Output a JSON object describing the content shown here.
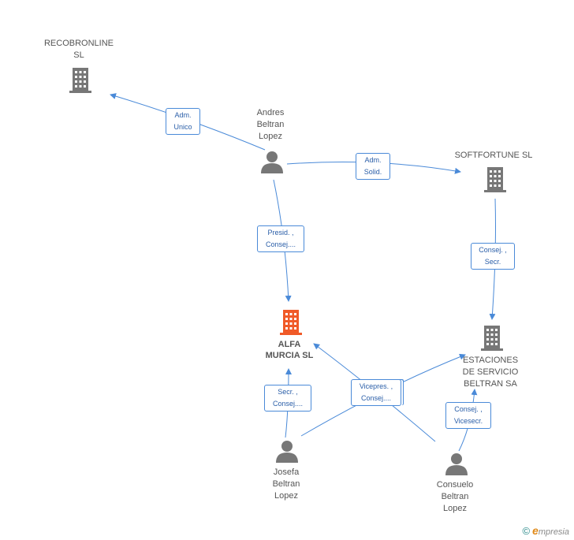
{
  "nodes": {
    "recobronline": {
      "lines": [
        "RECOBRONLINE",
        "SL"
      ],
      "type": "company"
    },
    "andres": {
      "lines": [
        "Andres",
        "Beltran",
        "Lopez"
      ],
      "type": "person"
    },
    "softfortune": {
      "lines": [
        "SOFTFORTUNE SL"
      ],
      "type": "company"
    },
    "alfa": {
      "lines": [
        "ALFA",
        "MURCIA SL"
      ],
      "type": "company-main"
    },
    "estaciones": {
      "lines": [
        "ESTACIONES",
        "DE SERVICIO",
        "BELTRAN SA"
      ],
      "type": "company"
    },
    "josefa": {
      "lines": [
        "Josefa",
        "Beltran",
        "Lopez"
      ],
      "type": "person"
    },
    "consuelo": {
      "lines": [
        "Consuelo",
        "Beltran",
        "Lopez"
      ],
      "type": "person"
    }
  },
  "edges": [
    {
      "id": "andres-recobronline",
      "lines": [
        "Adm.",
        "Unico"
      ]
    },
    {
      "id": "andres-softfortune",
      "lines": [
        "Adm.",
        "Solid."
      ]
    },
    {
      "id": "andres-alfa",
      "lines": [
        "Presid. ,",
        "Consej...."
      ]
    },
    {
      "id": "softfortune-estaciones",
      "lines": [
        "Consej. ,",
        "Secr."
      ]
    },
    {
      "id": "josefa-alfa",
      "lines": [
        "Secr. ,",
        "Consej...."
      ]
    },
    {
      "id": "shared-vicepres",
      "lines": [
        "Vicepres. ,",
        "Consej...."
      ]
    },
    {
      "id": "consuelo-estaciones",
      "lines": [
        "Consej. ,",
        "Vicesecr."
      ]
    }
  ],
  "colors": {
    "line": "#4a8ad8",
    "icon_gray": "#777777",
    "icon_main": "#f05a28"
  },
  "footer": {
    "copyright": "©",
    "brand_first": "e",
    "brand_rest": "mpresia"
  }
}
